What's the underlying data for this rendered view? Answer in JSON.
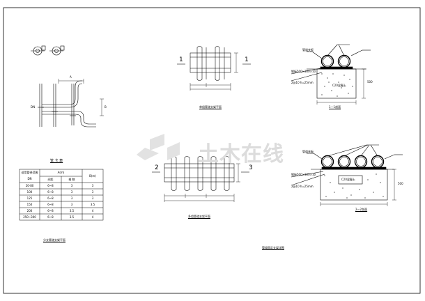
{
  "drawing": {
    "table_title": "管 卡 表",
    "table": {
      "col1_header_top": "适用管径范围",
      "col1_header_bottom": "DN",
      "col_a_header": "A(m)",
      "col_a_sub1": "间距",
      "col_a_sub2": "根 数",
      "col_b_header": "B(m)",
      "rows": [
        {
          "dn": "20-80",
          "a1": "6~8",
          "a2": "3",
          "b": "3"
        },
        {
          "dn": "100",
          "a1": "6~8",
          "a2": "3",
          "b": "3"
        },
        {
          "dn": "125",
          "a1": "6~8",
          "a2": "3",
          "b": "3"
        },
        {
          "dn": "150",
          "a1": "6~8",
          "a2": "3",
          "b": "3.5"
        },
        {
          "dn": "200",
          "a1": "6~8",
          "a2": "3.5",
          "b": "4"
        },
        {
          "dn": "250~300",
          "a1": "6~8",
          "a2": "3.5",
          "b": "4"
        }
      ]
    },
    "caption_left": "分支管道支架平面",
    "caption_mid1": "单组管道支架平面",
    "caption_mid2": "多组管道支架平面",
    "caption_right": "管道固定支架详图",
    "section1_title": "1—1剖面",
    "section2_title": "2—2剖面",
    "section_mark_1": "1",
    "section_mark_2": "2",
    "section_mark_3": "3",
    "note_bolt": "钢板500×300×10",
    "note_plate": "2@10 h=25mm",
    "note_plate2": "2@10 h=25mm",
    "note_pipe": "管道夹板",
    "note_base1": "C20混凝土",
    "note_base2": "C20混凝土",
    "note_dim": "500",
    "note_dim2": "500",
    "dim_label_a": "A",
    "dim_label_b": "B",
    "dim_label_c": "DN",
    "watermark": "土木在线"
  }
}
